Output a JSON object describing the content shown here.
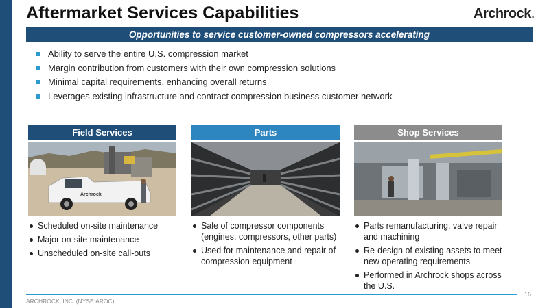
{
  "title": "Aftermarket Services Capabilities",
  "logo": {
    "main": "Archrock",
    "suffix": "."
  },
  "banner": "Opportunities to service customer-owned compressors accelerating",
  "bullets": [
    "Ability to serve the entire U.S. compression market",
    "Margin contribution from customers with their own compression solutions",
    "Minimal capital requirements, enhancing overall returns",
    "Leverages existing infrastructure and contract compression business customer network"
  ],
  "columns": [
    {
      "header": "Field Services",
      "header_color": "#1f4e79",
      "image_text": "Archrock",
      "items": [
        "Scheduled on-site maintenance",
        "Major on-site maintenance",
        "Unscheduled on-site call-outs"
      ]
    },
    {
      "header": "Parts",
      "header_color": "#2e86c1",
      "items": [
        "Sale of compressor components (engines, compressors, other parts)",
        "Used for maintenance and repair of compression equipment"
      ]
    },
    {
      "header": "Shop Services",
      "header_color": "#8c8c8c",
      "items": [
        "Parts remanufacturing, valve repair and machining",
        "Re-design of existing assets to meet new operating requirements",
        "Performed in Archrock shops across the U.S."
      ]
    }
  ],
  "footer": "ARCHROCK, INC. (NYSE:AROC)",
  "page_number": "16",
  "colors": {
    "navy": "#1f4e79",
    "accent_blue": "#2e9ad0",
    "gray": "#8c8c8c"
  }
}
